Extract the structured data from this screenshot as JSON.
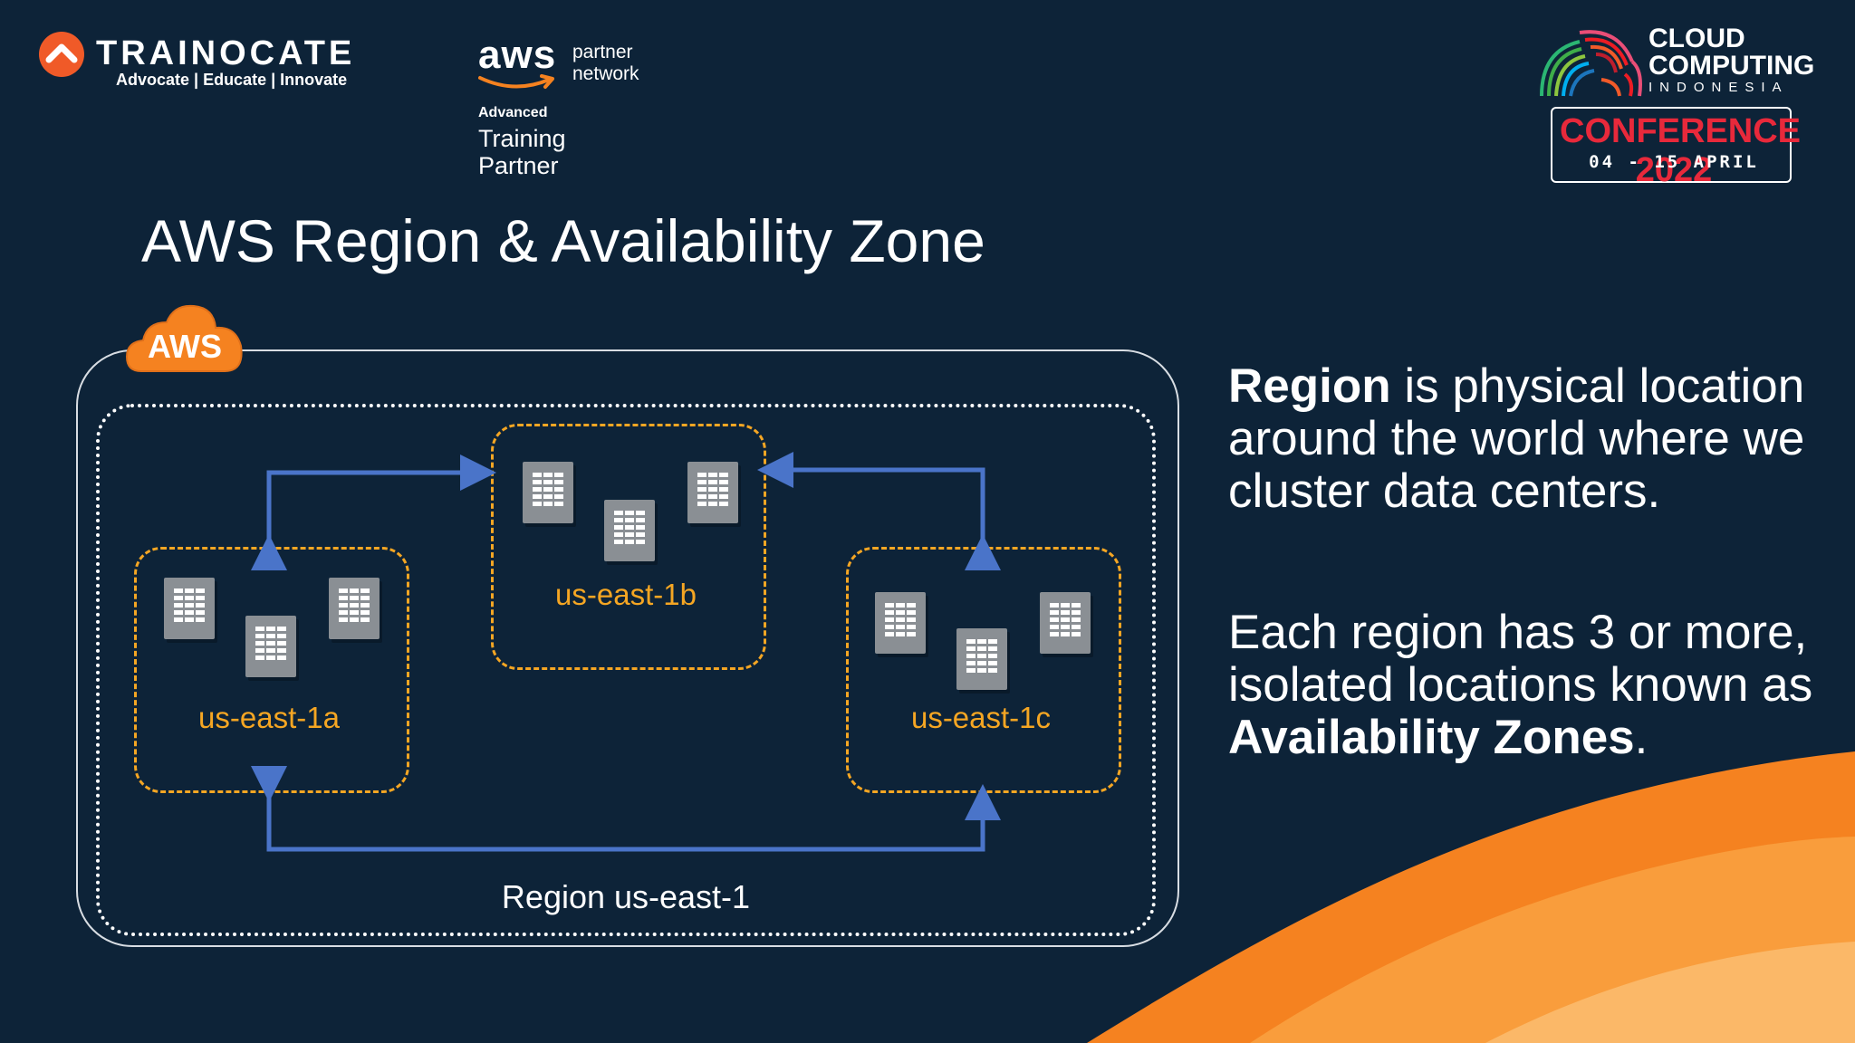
{
  "brand": {
    "trainocate": {
      "name": "TRAINOCATE",
      "tagline": "Advocate | Educate | Innovate"
    },
    "aws_partner": {
      "aws": "aws",
      "partner_line1": "partner",
      "partner_line2": "network",
      "tier": "Advanced",
      "program_line1": "Training",
      "program_line2": "Partner"
    },
    "event": {
      "line1": "CLOUD",
      "line2": "COMPUTING",
      "line3": "INDONESIA",
      "conference": "CONFERENCE 2022",
      "dates": "04 - 15 APRIL"
    }
  },
  "slide": {
    "title": "AWS Region & Availability Zone",
    "diagram": {
      "cloud_badge": "AWS",
      "zones": [
        "us-east-1a",
        "us-east-1b",
        "us-east-1c"
      ],
      "region_label": "Region us-east-1"
    },
    "description": {
      "p1_term": "Region",
      "p1_rest": " is physical location around the world where we cluster data centers.",
      "p2_start": "Each region has 3 or more, isolated locations known as ",
      "p2_term": "Availability Zones",
      "p2_end": "."
    }
  },
  "colors": {
    "background": "#0d2338",
    "zone": "#f5a623",
    "arrow": "#4a74c9",
    "accent_orange": "#f58220",
    "conference_red": "#e8293b"
  }
}
